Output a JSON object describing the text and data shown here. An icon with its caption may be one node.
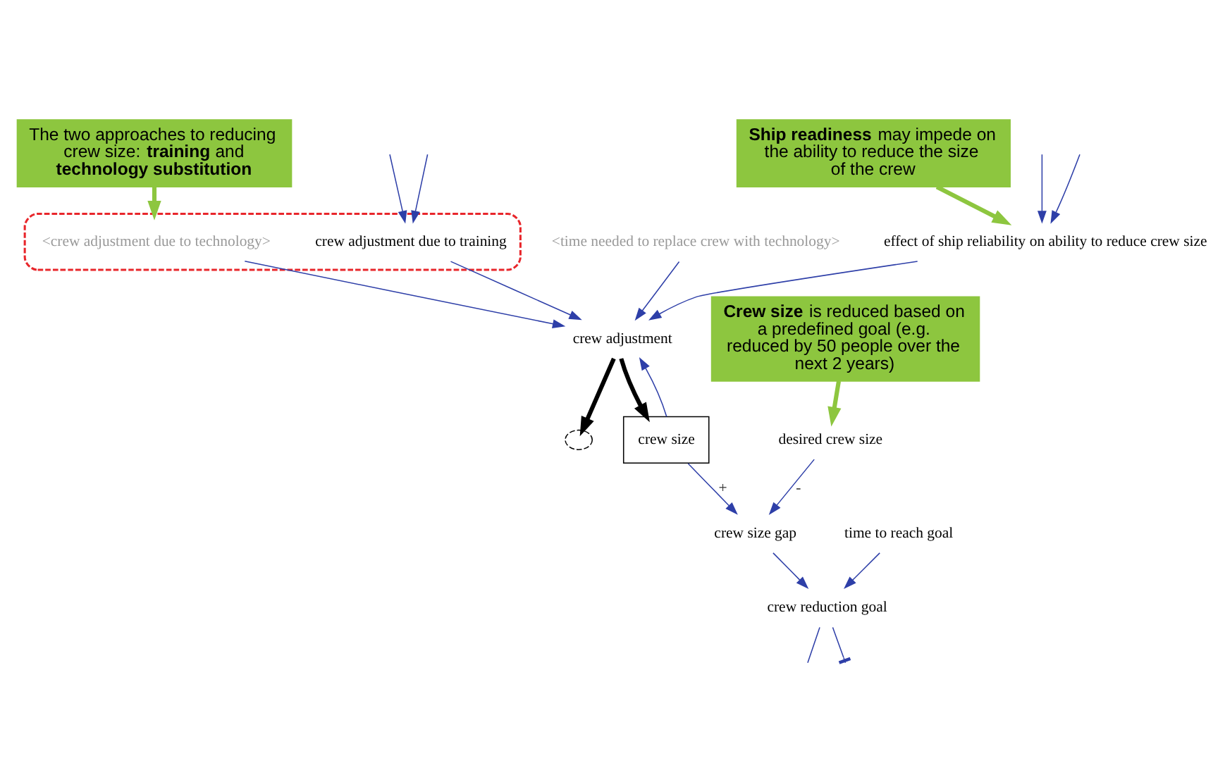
{
  "diagram": {
    "nodes": [
      {
        "text": [
          "**Ship readiness** may impede on the ability to reduce the size of the crew"
        ]
      },
      {
        "text": [
          "**Crew size** is reduced based on a predefined goal (e.g. reduced by 50 people over the next 2 years)"
        ]
      },
      {
        "text": [
          "<time needed to replace crew with technology>"
        ]
      },
      {
        "text": [],
        "shape": "cloud"
      },
      {
        "text": [
          "crew adjustment"
        ]
      },
      {
        "text": [
          "crew size"
        ]
      },
      {
        "text": [
          "desired crew size"
        ]
      },
      {
        "text": [
          "crew size gap"
        ]
      },
      {
        "text": [
          "effect of ship reliability on ability to reduce crew size"
        ]
      },
      {
        "text": [],
        "shape": "ellipse"
      },
      {
        "text": [
          "<crew adjustment due to technology>"
        ],
        "in": 9
      },
      {
        "text": [
          "crew adjustment due to training"
        ],
        "in": 9
      },
      {
        "text": [
          "crew reduction goal"
        ]
      },
      {
        "text": [
          "time to reach goal"
        ]
      },
      {
        "text": [
          "The two approaches to reducing crew size: **training** and **technology substitution**"
        ]
      }
    ],
    "edges": [
      {
        "from": 4,
        "to": 3,
        "arrow": "to",
        "style": "thick",
        "color": "#000000"
      },
      {
        "from": 4,
        "to": 5,
        "arrow": "to",
        "style": "thick",
        "color": "#000000"
      },
      {
        "from": 2,
        "to": 4,
        "arrow": "to"
      },
      {
        "from": 5,
        "to": 4,
        "arrow": "to"
      },
      {
        "from": 5,
        "to": 7,
        "arrow": "to",
        "label": "+"
      },
      {
        "from": 6,
        "to": 7,
        "arrow": "to",
        "label": "-"
      },
      {
        "from": 8,
        "to": 4,
        "arrow": "to"
      },
      {
        "from": 11,
        "to": 4,
        "arrow": "to"
      },
      {
        "from": 10,
        "to": 4,
        "arrow": "to"
      },
      {
        "from": 7,
        "to": 12,
        "arrow": "to"
      },
      {
        "from": 13,
        "to": 12,
        "arrow": "to"
      },
      {
        "from": 12,
        "to": null,
        "arrow": "none"
      },
      {
        "from": 12,
        "to": null,
        "arrow": "other"
      },
      {
        "from": null,
        "to": 8,
        "arrow": "to"
      },
      {
        "from": null,
        "to": 8,
        "arrow": "to"
      },
      {
        "from": null,
        "to": 11,
        "arrow": "to"
      },
      {
        "from": null,
        "to": 11,
        "arrow": "to"
      },
      {
        "from": 0,
        "to": 8,
        "arrow": "to",
        "style": "thick",
        "color": "#8dc63f"
      },
      {
        "from": 1,
        "to": 6,
        "arrow": "to",
        "style": "thick",
        "color": "#8dc63f"
      },
      {
        "from": 14,
        "to": 9,
        "arrow": "to",
        "style": "thick",
        "color": "#8dc63f"
      }
    ]
  }
}
